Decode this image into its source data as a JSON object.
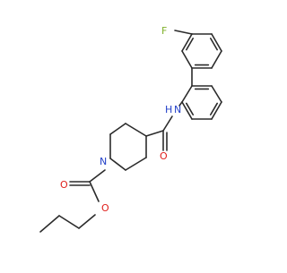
{
  "molecule": {
    "atom_labels": {
      "fluorine": "F",
      "amide_nitrogen": "N",
      "amide_hydrogen": "H",
      "amide_oxygen": "O",
      "ring_nitrogen": "N",
      "carbamate_oxygen_double": "O",
      "carbamate_oxygen_ester": "O"
    },
    "colors": {
      "bond": "#2b2b2b",
      "nitrogen": "#2340c8",
      "oxygen": "#e0201c",
      "fluorine": "#7fb02a",
      "carbon": "#2b2b2b"
    }
  }
}
